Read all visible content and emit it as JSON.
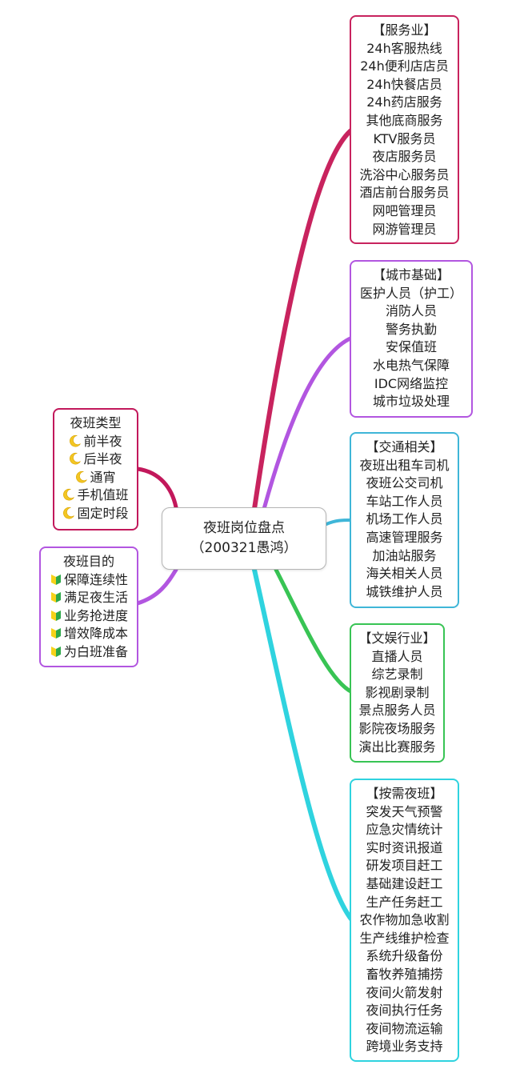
{
  "center": {
    "title": "夜班岗位盘点",
    "subtitle": "（200321愚鸿）"
  },
  "colors": {
    "service": "#c8235e",
    "urban": "#b256e0",
    "transport": "#3fb6d8",
    "entertainment": "#38c454",
    "ondemand": "#2fd3df",
    "types": "#c2185b",
    "purpose": "#b256e0"
  },
  "icons": {
    "types": "crescent-moon-icon",
    "purpose": "beginner-mark-icon"
  },
  "right_groups": [
    {
      "id": "service",
      "header": "【服务业】",
      "items": [
        "24h客服热线",
        "24h便利店店员",
        "24h快餐店员",
        "24h药店服务",
        "其他底商服务",
        "KTV服务员",
        "夜店服务员",
        "洗浴中心服务员",
        "酒店前台服务员",
        "网吧管理员",
        "网游管理员"
      ]
    },
    {
      "id": "urban",
      "header": "【城市基础】",
      "items": [
        "医护人员（护工）",
        "消防人员",
        "警务执勤",
        "安保值班",
        "水电热气保障",
        "IDC网络监控",
        "城市垃圾处理"
      ]
    },
    {
      "id": "transport",
      "header": "【交通相关】",
      "items": [
        "夜班出租车司机",
        "夜班公交司机",
        "车站工作人员",
        "机场工作人员",
        "高速管理服务",
        "加油站服务",
        "海关相关人员",
        "城铁维护人员"
      ]
    },
    {
      "id": "entertainment",
      "header": "【文娱行业】",
      "items": [
        "直播人员",
        "综艺录制",
        "影视剧录制",
        "景点服务人员",
        "影院夜场服务",
        "演出比赛服务"
      ]
    },
    {
      "id": "ondemand",
      "header": "【按需夜班】",
      "items": [
        "突发天气预警",
        "应急灾情统计",
        "实时资讯报道",
        "研发项目赶工",
        "基础建设赶工",
        "生产任务赶工",
        "农作物加急收割",
        "生产线维护检查",
        "系统升级备份",
        "畜牧养殖捕捞",
        "夜间火箭发射",
        "夜间执行任务",
        "夜间物流运输",
        "跨境业务支持"
      ]
    }
  ],
  "left_groups": [
    {
      "id": "types",
      "header": "夜班类型",
      "items": [
        "前半夜",
        "后半夜",
        "通宵",
        "手机值班",
        "固定时段"
      ]
    },
    {
      "id": "purpose",
      "header": "夜班目的",
      "items": [
        "保障连续性",
        "满足夜生活",
        "业务抢进度",
        "增效降成本",
        "为白班准备"
      ]
    }
  ]
}
